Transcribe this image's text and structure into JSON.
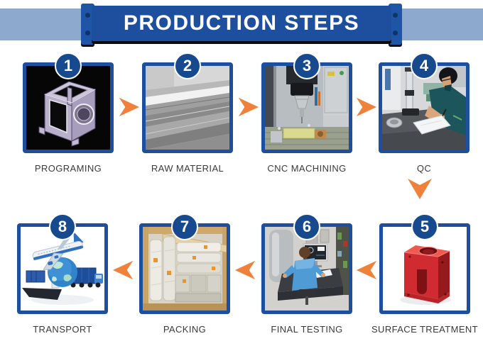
{
  "banner": {
    "title": "PRODUCTION STEPS"
  },
  "steps": [
    {
      "number": "1",
      "label": "PROGRAMING",
      "photo": "3d-cad-model"
    },
    {
      "number": "2",
      "label": "RAW MATERIAL",
      "photo": "aluminum-plate-stack"
    },
    {
      "number": "3",
      "label": "CNC MACHINING",
      "photo": "cnc-machine-spindle"
    },
    {
      "number": "4",
      "label": "QC",
      "photo": "inspector-checking-part"
    },
    {
      "number": "5",
      "label": "SURFACE TREATMENT",
      "photo": "red-anodized-part"
    },
    {
      "number": "6",
      "label": "FINAL TESTING",
      "photo": "operator-at-measuring-station"
    },
    {
      "number": "7",
      "label": "PACKING",
      "photo": "wrapped-parts-in-wooden-crate"
    },
    {
      "number": "8",
      "label": "TRANSPORT",
      "photo": "plane-globe-ship-truck"
    }
  ],
  "flow": {
    "row1_direction": "left-to-right",
    "connector_step4_to_step5": "down",
    "row2_direction": "right-to-left"
  },
  "icons": {
    "arrow_right": "chevron-right",
    "arrow_left": "chevron-left",
    "arrow_down": "chevron-down"
  },
  "colors": {
    "banner_blue": "#1d4f9e",
    "bar_blue": "#8da9cd",
    "badge_blue": "#17498e",
    "box_border_blue": "#1e4f9e",
    "arrow_orange": "#f0813a",
    "label_gray": "#3a3a3a",
    "rivet_navy": "#0d3568"
  }
}
